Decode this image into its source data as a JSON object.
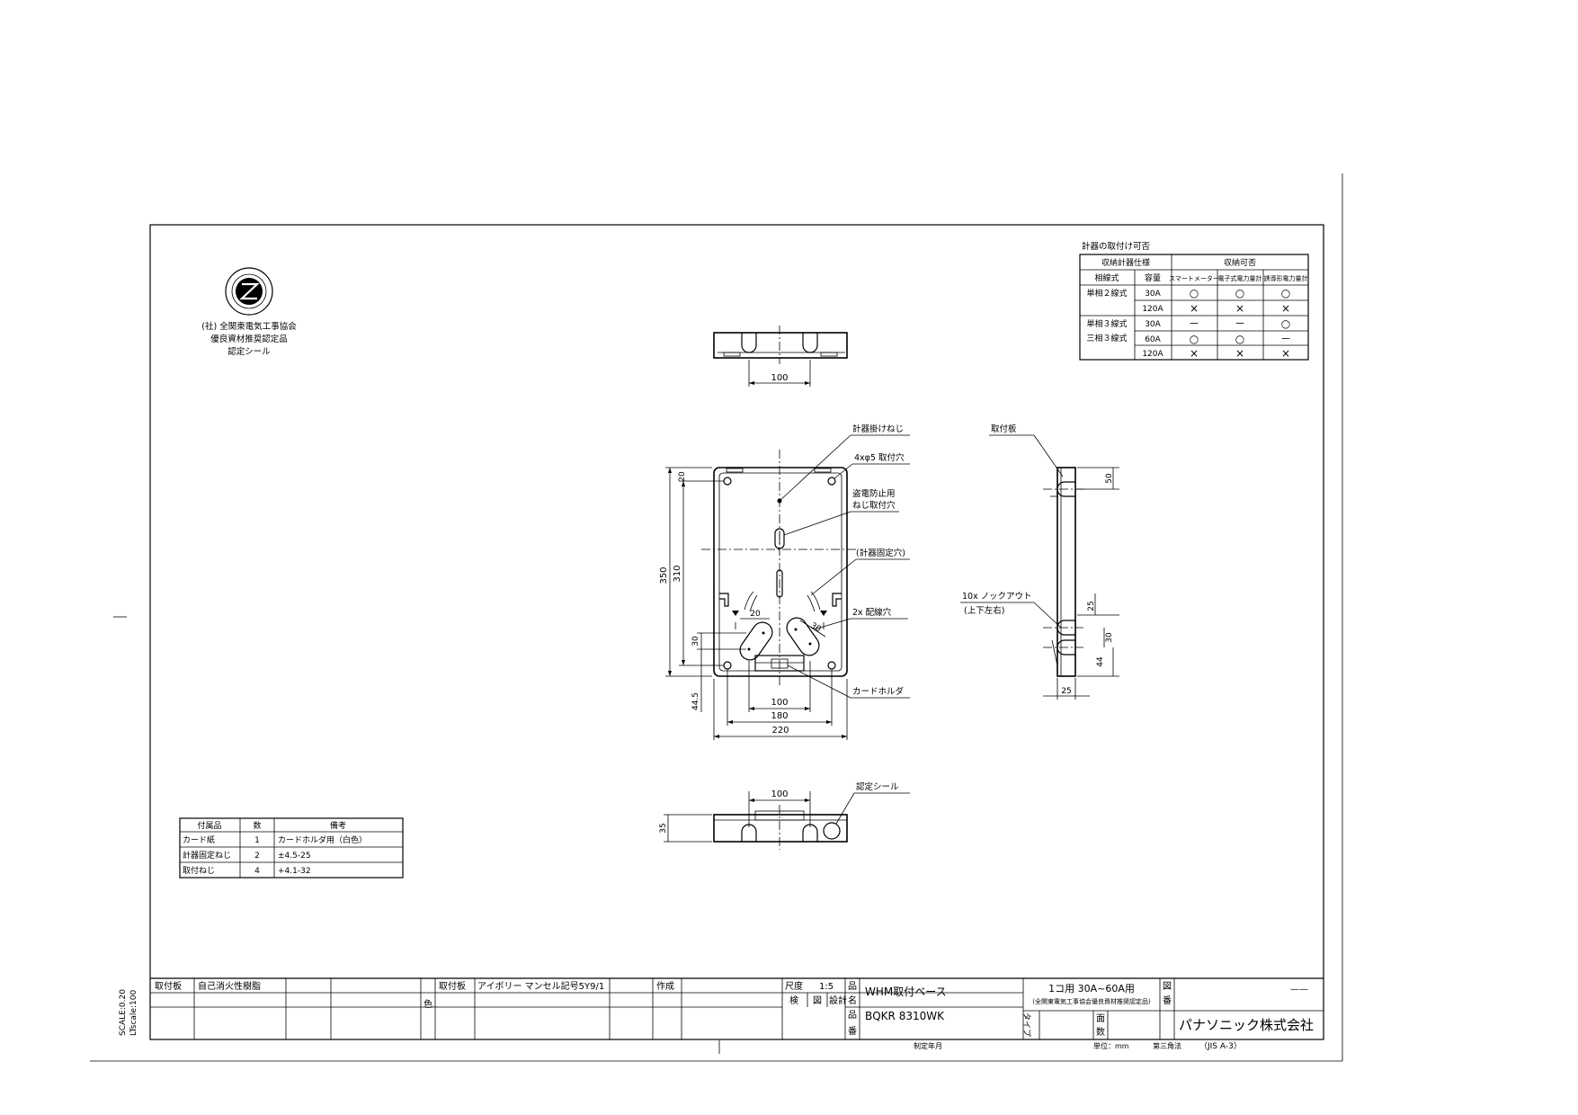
{
  "side_notes": {
    "scale": "SCALE:0.20",
    "ltscale": "LTscale:100"
  },
  "seal": {
    "lines": [
      "(社) 全関東電気工事協会",
      "優良資材推奨認定品",
      "認定シール"
    ]
  },
  "meter_table": {
    "caption": "計器の取付け可否",
    "group_header": "収納計器仕様",
    "group_header2": "収納可否",
    "col_headers": [
      "相線式",
      "容量",
      "スマートメーター",
      "電子式電力量計",
      "誘導形電力量計"
    ],
    "rows": [
      {
        "phase": "単相２線式",
        "cap": "30A",
        "v": [
          "○",
          "○",
          "○"
        ]
      },
      {
        "phase": "",
        "cap": "120A",
        "v": [
          "×",
          "×",
          "×"
        ]
      },
      {
        "phase": "単相３線式",
        "cap": "30A",
        "v": [
          "－",
          "－",
          "○"
        ]
      },
      {
        "phase": "三相３線式",
        "cap": "60A",
        "v": [
          "○",
          "○",
          "－"
        ]
      },
      {
        "phase": "",
        "cap": "120A",
        "v": [
          "×",
          "×",
          "×"
        ]
      }
    ]
  },
  "parts_table": {
    "headers": [
      "付属品",
      "数",
      "備考"
    ],
    "rows": [
      [
        "カード紙",
        "1",
        "カードホルダ用（白色）"
      ],
      [
        "計器固定ねじ",
        "2",
        "±4.5-25"
      ],
      [
        "取付ねじ",
        "4",
        "+4.1-32"
      ]
    ]
  },
  "dims": {
    "top_100": "100",
    "front_350": "350",
    "front_310": "310",
    "front_20_top": "20",
    "front_20": "20",
    "front_30_slant": "30",
    "front_30": "30",
    "front_44_5": "44.5",
    "front_100": "100",
    "front_180": "180",
    "front_220": "220",
    "bottom_100": "100",
    "bottom_35": "35",
    "side_50": "50",
    "side_25": "25",
    "side_30": "30",
    "side_44": "44",
    "side_25_bottom": "25"
  },
  "callouts": {
    "meter_hook_screw": "計器掛けねじ",
    "mount_holes": "4xφ5 取付穴",
    "anti_theft_1": "盗電防止用",
    "anti_theft_2": "ねじ取付穴",
    "meter_fix_holes": "(計器固定穴)",
    "wiring_holes": "2x 配線穴",
    "card_holder": "カードホルダ",
    "cert_seal": "認定シール",
    "mount_plate": "取付板",
    "knockout_1": "10x ノックアウト",
    "knockout_2": "(上下左右)"
  },
  "title_block": {
    "mat_label": "取付板",
    "mat_value": "自己消火性樹脂",
    "color_label": "色",
    "color_part": "取付板",
    "color_value": "アイボリー マンセル記号5Y9/1",
    "made": "作成",
    "scale_label": "尺度",
    "scale_value": "1:5",
    "check": "検",
    "drawn": "図",
    "design": "設計",
    "name_label1": "品",
    "name_label2": "名",
    "name_value": "WHM取付ベース",
    "num_label1": "品",
    "num_label2": "番",
    "num_value": "BQKR 8310WK",
    "type_label": "タイプ",
    "spec_1": "1コ用 30A~60A用",
    "spec_2": "(全関東電気工事協会優良資材推奨認定品)",
    "drawing_no_label1": "図",
    "drawing_no_label2": "番",
    "drawing_no_value": "——",
    "pages_label1": "面",
    "pages_label2": "数",
    "company": "パナソニック株式会社",
    "date_label": "制定年月",
    "unit": "単位：mm",
    "projection": "第三角法",
    "standard": "（JIS A-3）"
  }
}
